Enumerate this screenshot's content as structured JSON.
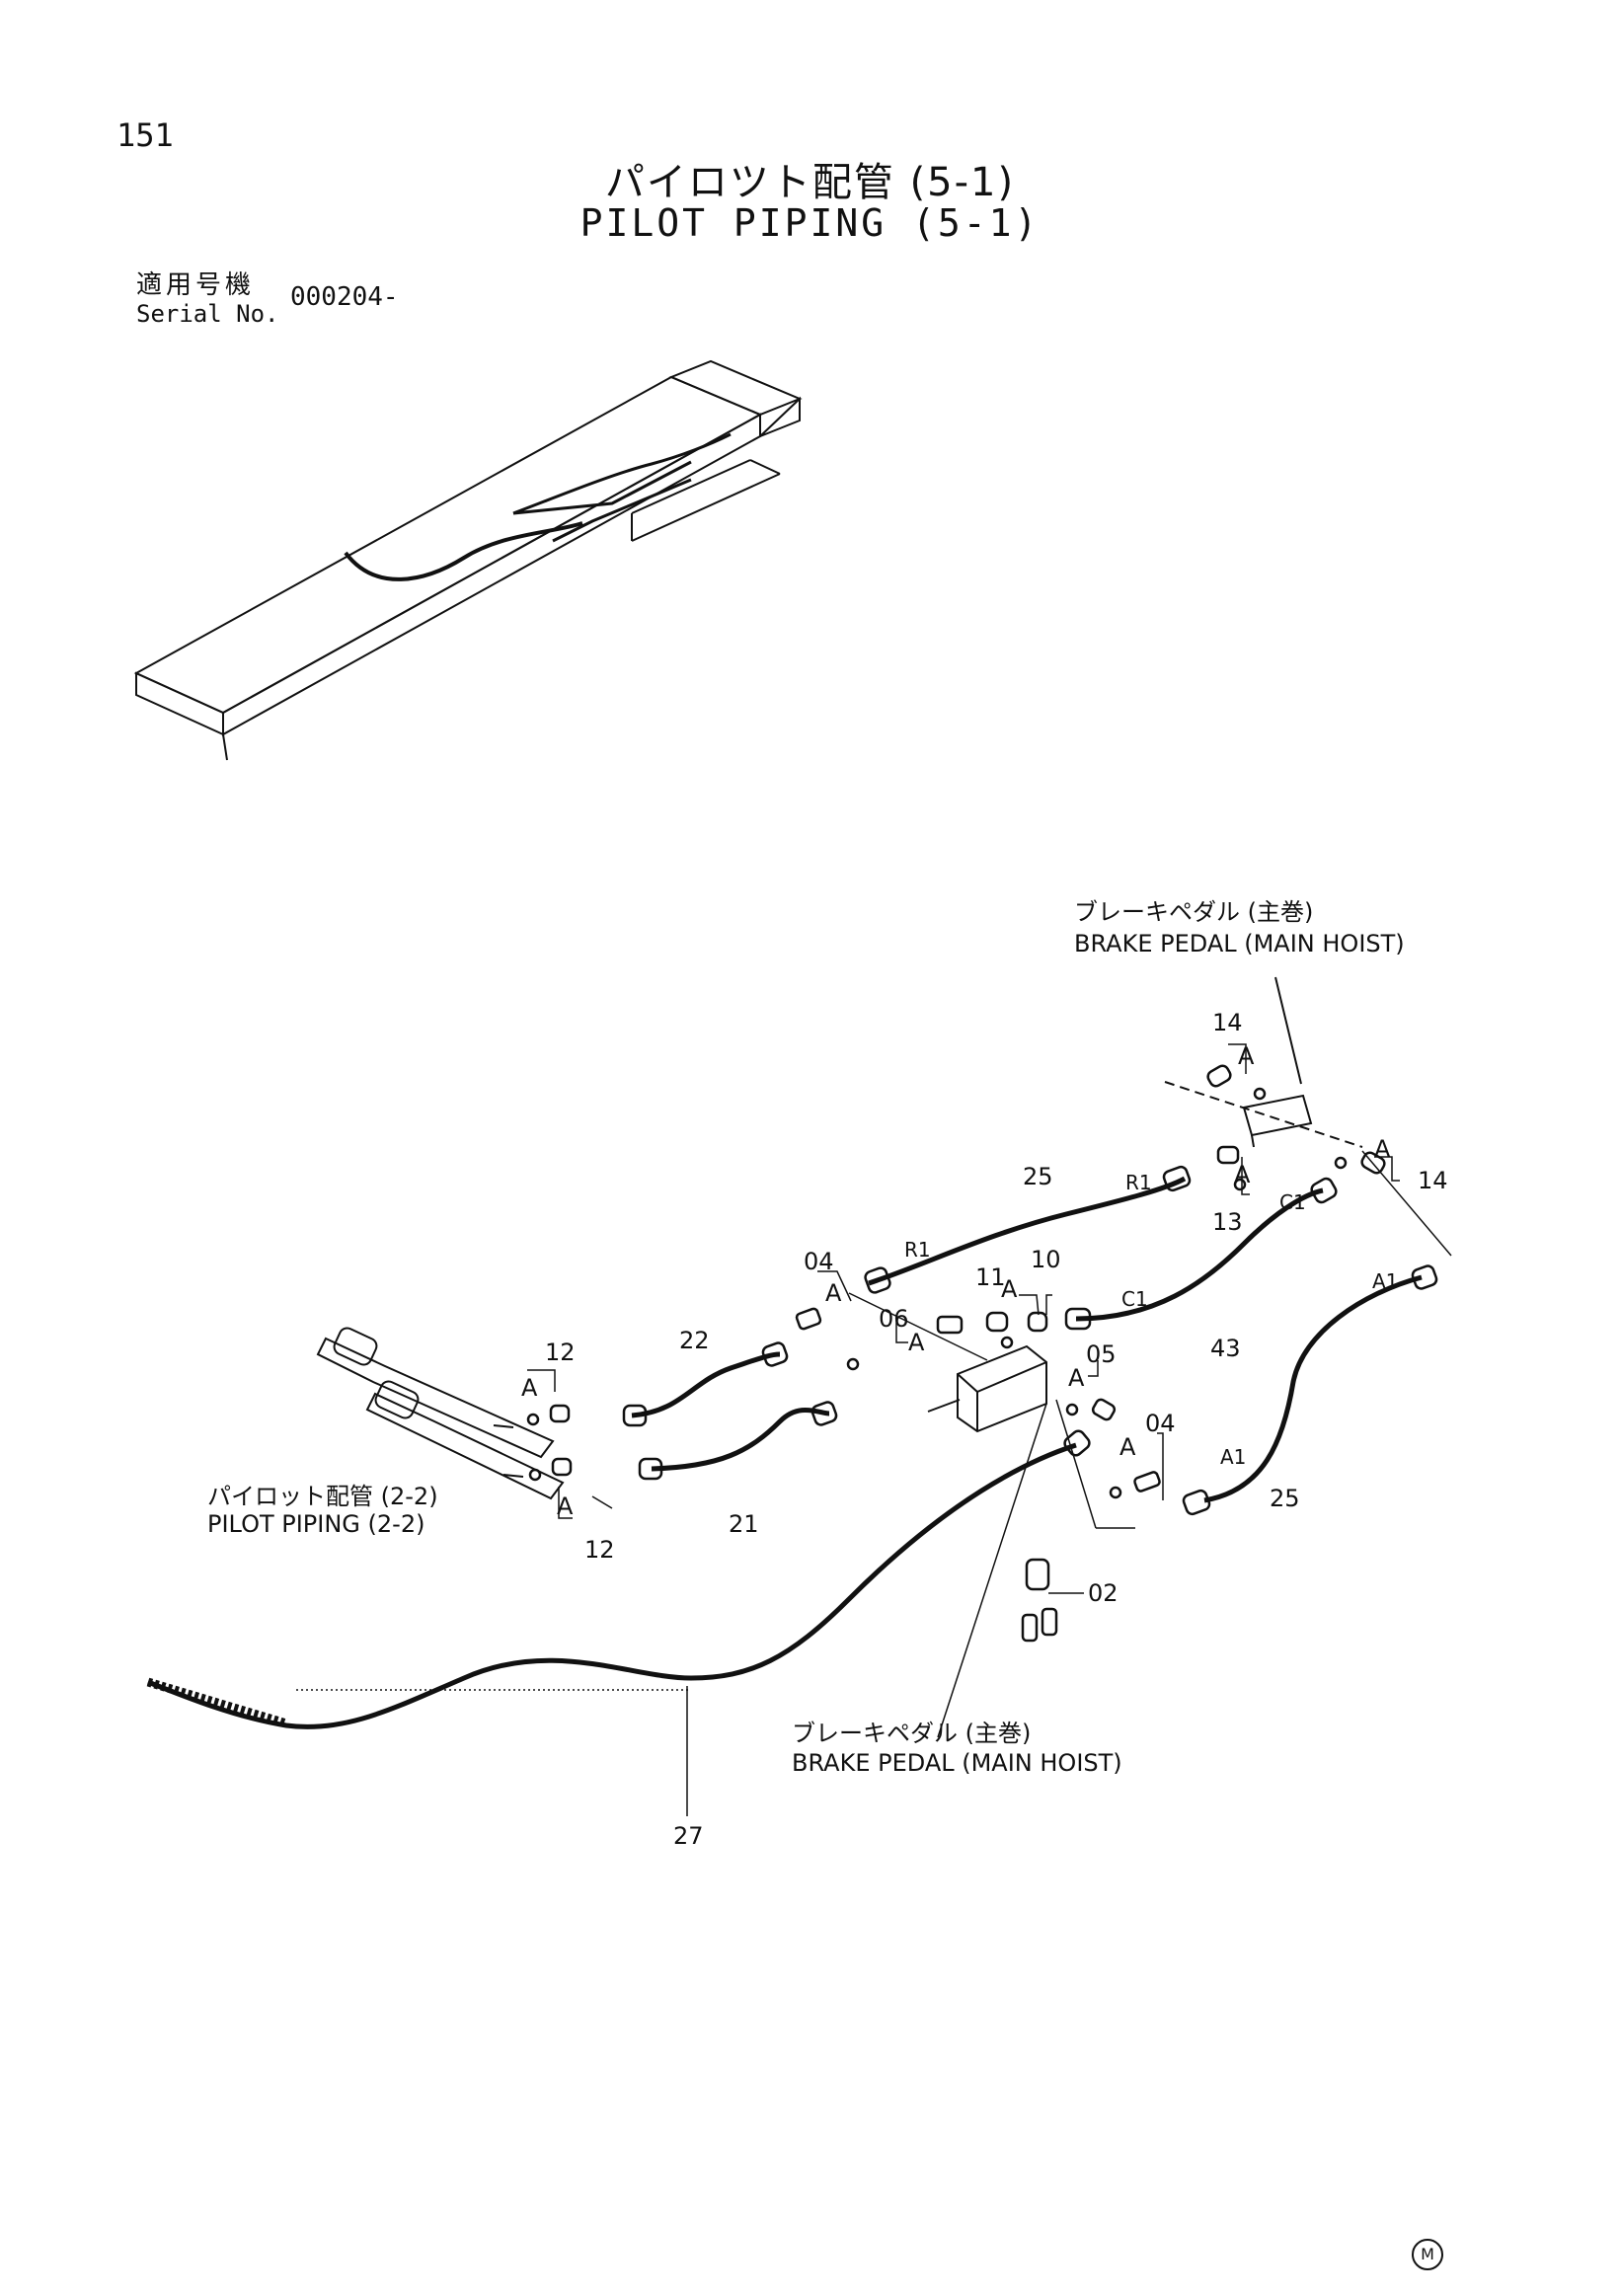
{
  "page_number": "151",
  "title": {
    "japanese": "パイロツト配管 (5-1)",
    "english": "PILOT PIPING (5-1)"
  },
  "serial": {
    "label_jp": "適用号機",
    "label_en": "Serial No.",
    "value": "000204-"
  },
  "callouts": {
    "brake_pedal_top_jp": "ブレーキペダル (主巻)",
    "brake_pedal_top_en": "BRAKE PEDAL (MAIN HOIST)",
    "brake_pedal_bottom_jp": "ブレーキペダル (主巻)",
    "brake_pedal_bottom_en": "BRAKE PEDAL (MAIN HOIST)",
    "pilot_piping_jp": "パイロット配管 (2-2)",
    "pilot_piping_en": "PILOT PIPING (2-2)"
  },
  "part_numbers": {
    "p14_top": "14",
    "p14_right": "14",
    "p13": "13",
    "p25_top": "25",
    "p25_right": "25",
    "p04_top": "04",
    "p04_right": "04",
    "p11": "11",
    "p10": "10",
    "p06": "06",
    "p05": "05",
    "p43": "43",
    "p22": "22",
    "p21": "21",
    "p12_top": "12",
    "p12_bottom": "12",
    "p02": "02",
    "p27": "27"
  },
  "port_labels": {
    "r1_top": "R1",
    "r1_left": "R1",
    "c1_top": "C1",
    "c1_mid": "C1",
    "a1_top": "A1",
    "a1_mid": "A1"
  },
  "detail_marker": "A",
  "corner_mark": "M"
}
